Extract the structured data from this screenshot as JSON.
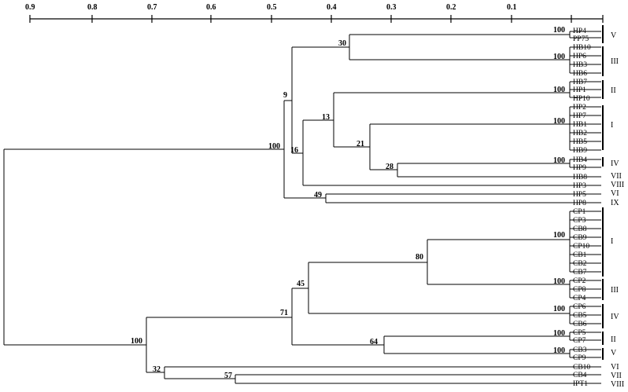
{
  "axis": {
    "ticks": [
      "0.9",
      "0.8",
      "0.7",
      "0.6",
      "0.5",
      "0.4",
      "0.3",
      "0.2",
      "0.1"
    ]
  },
  "leaves": [
    "HP4",
    "PP75",
    "HB10",
    "HP6",
    "HB3",
    "HB6",
    "HB7",
    "HP1",
    "HP10",
    "HP2",
    "HP7",
    "HB1",
    "HB2",
    "HB5",
    "HB9",
    "HB4",
    "HP9",
    "HB8",
    "HP3",
    "HP5",
    "HP8",
    "CP1",
    "CP3",
    "CB8",
    "CB9",
    "CP10",
    "CB1",
    "CB2",
    "CB7",
    "CP2",
    "CP8",
    "CP4",
    "CP6",
    "CB5",
    "CB6",
    "CP5",
    "CP7",
    "CB3",
    "CP9",
    "CB10",
    "CB4",
    "IPT1"
  ],
  "bootstrap": [
    "100",
    "30",
    "100",
    "100",
    "9",
    "13",
    "100",
    "21",
    "100",
    "28",
    "16",
    "49",
    "100",
    "100",
    "80",
    "100",
    "45",
    "100",
    "71",
    "100",
    "64",
    "100",
    "32",
    "57",
    "100"
  ],
  "groups": [
    "V",
    "III",
    "II",
    "I",
    "IV",
    "VII",
    "VIII",
    "VI",
    "IX",
    "I",
    "III",
    "IV",
    "II",
    "V",
    "VI",
    "VII",
    "VIII"
  ]
}
